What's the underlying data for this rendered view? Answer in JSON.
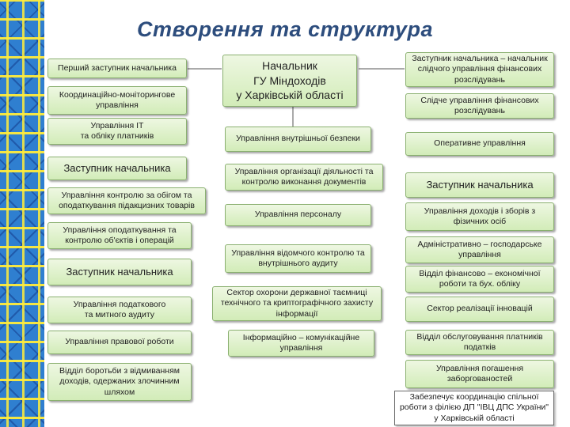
{
  "title": "Створення та структура",
  "colors": {
    "box_fill": "#d9efc4",
    "box_border": "#8ab070",
    "title": "#2d4d7d",
    "ornament_blue": "#2f7fd0",
    "ornament_yellow": "#ffec3c"
  },
  "head": {
    "label": "Начальник\nГУ Міндоходів\nу Харківській області"
  },
  "left": [
    "Перший заступник начальника",
    "Координаційно-моніторингове управління",
    "Управління ІТ\nта обліку платників",
    "Заступник начальника",
    "Управління контролю за обігом та оподаткування підакцизних товарів",
    "Управління оподаткування та контролю об'єктів і операцій",
    "Заступник начальника",
    "Управління податкового\nта митного аудиту",
    "Управління правової роботи",
    "Відділ боротьби з відмиванням доходів, одержаних злочинним шляхом"
  ],
  "center": [
    "Управління внутрішньої безпеки",
    "Управління організації діяльності та контролю виконання документів",
    "Управління персоналу",
    "Управління відомчого контролю та внутрішнього аудиту",
    "Сектор охорони державної таємниці технічного та криптографічного захисту інформації",
    "Інформаційно – комунікаційне управління"
  ],
  "right": [
    "Заступник начальника – начальник слідчого управління фінансових розслідувань",
    "Слідче управління фінансових розслідувань",
    "Оперативне управління",
    "Заступник начальника",
    "Управління доходів і зборів з фізичних осіб",
    "Адміністративно – господарське управління",
    "Відділ фінансово – економічної роботи та бух. обліку",
    "Сектор реалізації інновацій",
    "Відділ обслуговування платників податків",
    "Управління погашення заборгованостей"
  ],
  "note": "Забезпечує координацію спільної роботи з філією ДП \"ІВЦ ДПС України\" у Харківській області"
}
